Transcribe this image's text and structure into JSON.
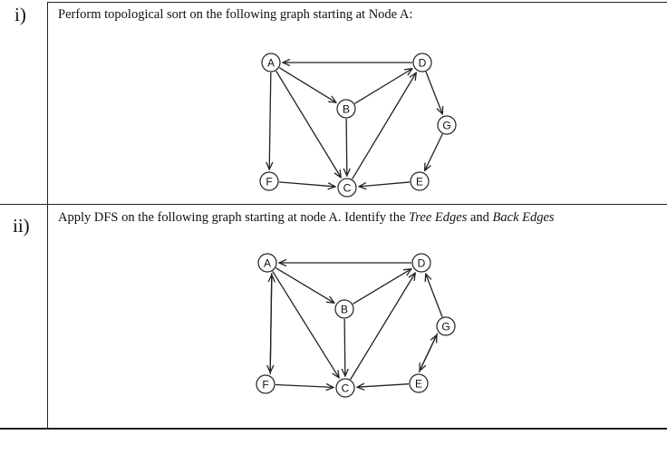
{
  "questions": [
    {
      "number": "i)",
      "text": "Perform topological sort on the following graph starting at Node A:"
    },
    {
      "number": "ii)",
      "text_prefix": "Apply DFS on the following graph starting at node A. Identify the ",
      "text_em1": "Tree Edges",
      "text_mid": " and ",
      "text_em2": "Back Edges"
    }
  ],
  "graph1": {
    "nodes": [
      "A",
      "B",
      "C",
      "D",
      "E",
      "F",
      "G"
    ],
    "edges": [
      [
        "D",
        "A"
      ],
      [
        "A",
        "B"
      ],
      [
        "A",
        "C"
      ],
      [
        "A",
        "F"
      ],
      [
        "B",
        "C"
      ],
      [
        "B",
        "D"
      ],
      [
        "C",
        "D"
      ],
      [
        "F",
        "C"
      ],
      [
        "E",
        "C"
      ],
      [
        "D",
        "G"
      ],
      [
        "G",
        "E"
      ]
    ]
  },
  "graph2": {
    "nodes": [
      "A",
      "B",
      "C",
      "D",
      "E",
      "F",
      "G"
    ],
    "edges": [
      [
        "D",
        "A"
      ],
      [
        "A",
        "B"
      ],
      [
        "A",
        "C"
      ],
      [
        "A",
        "F"
      ],
      [
        "F",
        "A"
      ],
      [
        "B",
        "C"
      ],
      [
        "B",
        "D"
      ],
      [
        "C",
        "D"
      ],
      [
        "F",
        "C"
      ],
      [
        "E",
        "C"
      ],
      [
        "G",
        "D"
      ],
      [
        "E",
        "G"
      ],
      [
        "G",
        "E"
      ]
    ]
  }
}
